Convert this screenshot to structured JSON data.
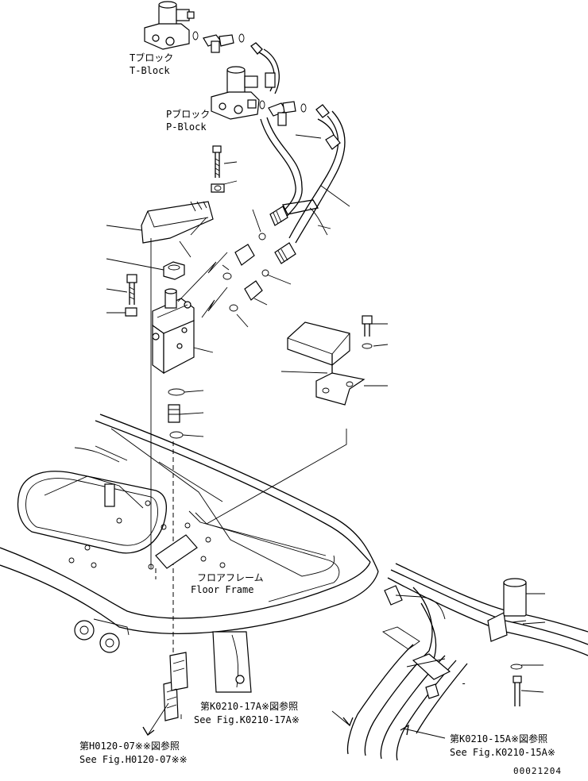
{
  "labels": {
    "t_block_jp": "Tブロック",
    "t_block_en": "T-Block",
    "p_block_jp": "Pブロック",
    "p_block_en": "P-Block",
    "floor_frame_jp": "フロアフレーム",
    "floor_frame_en": "Floor Frame",
    "ref_k0210_17_jp": "第K0210-17A※図参照",
    "ref_k0210_17_en": "See Fig.K0210-17A※",
    "ref_h0120_07_jp": "第H0120-07※※図参照",
    "ref_h0120_07_en": "See Fig.H0120-07※※",
    "ref_k0210_15_jp": "第K0210-15A※図参照",
    "ref_k0210_15_en": "See Fig.K0210-15A※",
    "drawing_number": "00021204",
    "small_mark": "-"
  }
}
